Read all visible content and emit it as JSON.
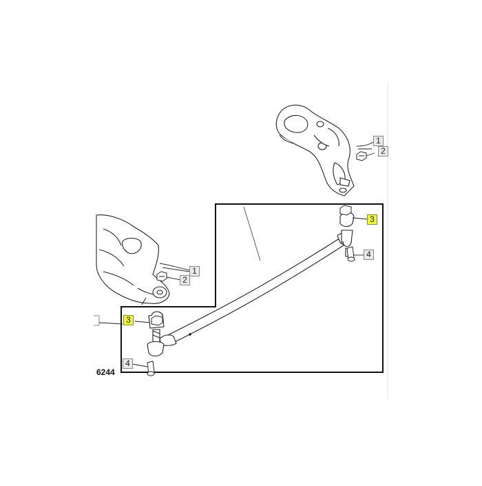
{
  "diagram": {
    "figure_number": "6244",
    "callouts": {
      "upper_1": "1",
      "upper_2": "2",
      "upper_3": "3",
      "upper_4": "4",
      "lower_1": "1",
      "lower_2": "2",
      "lower_3": "3",
      "lower_4": "4"
    },
    "highlight_color": "#ecf542"
  }
}
